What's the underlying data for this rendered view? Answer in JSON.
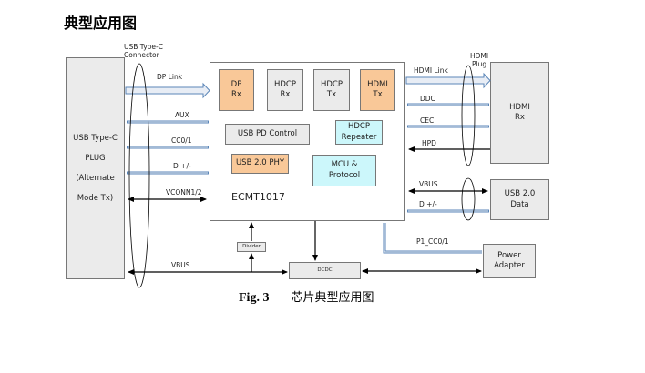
{
  "section_title": "典型应用图",
  "left_device": {
    "lines": [
      "USB Type-C",
      "PLUG",
      "(Alternate",
      "Mode Tx)"
    ],
    "connector_label": [
      "USB Type-C",
      "Connector"
    ]
  },
  "left_signals": [
    {
      "label": "DP Link",
      "type": "wide-arrow"
    },
    {
      "label": "AUX",
      "type": "bidir-bus"
    },
    {
      "label": "CC0/1",
      "type": "bidir-bus"
    },
    {
      "label": "D +/-",
      "type": "bidir-bus"
    },
    {
      "label": "VCONN1/2",
      "type": "bidir-line"
    }
  ],
  "chip": {
    "name": "ECMT1017",
    "blocks": [
      {
        "lines": [
          "DP",
          "Rx"
        ],
        "color": "orange"
      },
      {
        "lines": [
          "HDCP",
          "Rx"
        ],
        "color": "grey"
      },
      {
        "lines": [
          "HDCP",
          "Tx"
        ],
        "color": "grey"
      },
      {
        "lines": [
          "HDMI",
          "Tx"
        ],
        "color": "orange"
      },
      {
        "lines": [
          "USB PD Control"
        ],
        "color": "grey"
      },
      {
        "lines": [
          "HDCP",
          "Repeater"
        ],
        "color": "cyan"
      },
      {
        "lines": [
          "USB 2.0 PHY"
        ],
        "color": "orange"
      },
      {
        "lines": [
          "MCU &",
          "Protocol"
        ],
        "color": "cyan"
      }
    ]
  },
  "hdmi_plug_label": [
    "HDMI",
    "Plug"
  ],
  "hdmi_rx": [
    "HDMI",
    "Rx"
  ],
  "right_signals": [
    {
      "label": "HDMI Link",
      "type": "wide-arrow"
    },
    {
      "label": "DDC",
      "type": "bidir-bus"
    },
    {
      "label": "CEC",
      "type": "bidir-bus"
    },
    {
      "label": "HPD",
      "type": "line-to-chip"
    }
  ],
  "usb_data": {
    "lines": [
      "USB 2.0",
      "Data"
    ],
    "signals": [
      {
        "label": "VBUS"
      },
      {
        "label": "D +/-"
      }
    ]
  },
  "power_adapter": {
    "lines": [
      "Power",
      "Adapter"
    ],
    "signal": "P1_CC0/1"
  },
  "bottom": {
    "vbus_label": "VBUS",
    "divider_label": "Divider",
    "dcdc_label": "DCDC"
  },
  "caption": {
    "fig": "Fig. 3",
    "text": "芯片典型应用图"
  },
  "colors": {
    "orange": "#f9c898",
    "grey": "#ebebeb",
    "cyan": "#ccf7fb",
    "bus_blue": "#5b86b8",
    "bus_fill": "#e8edf5"
  }
}
